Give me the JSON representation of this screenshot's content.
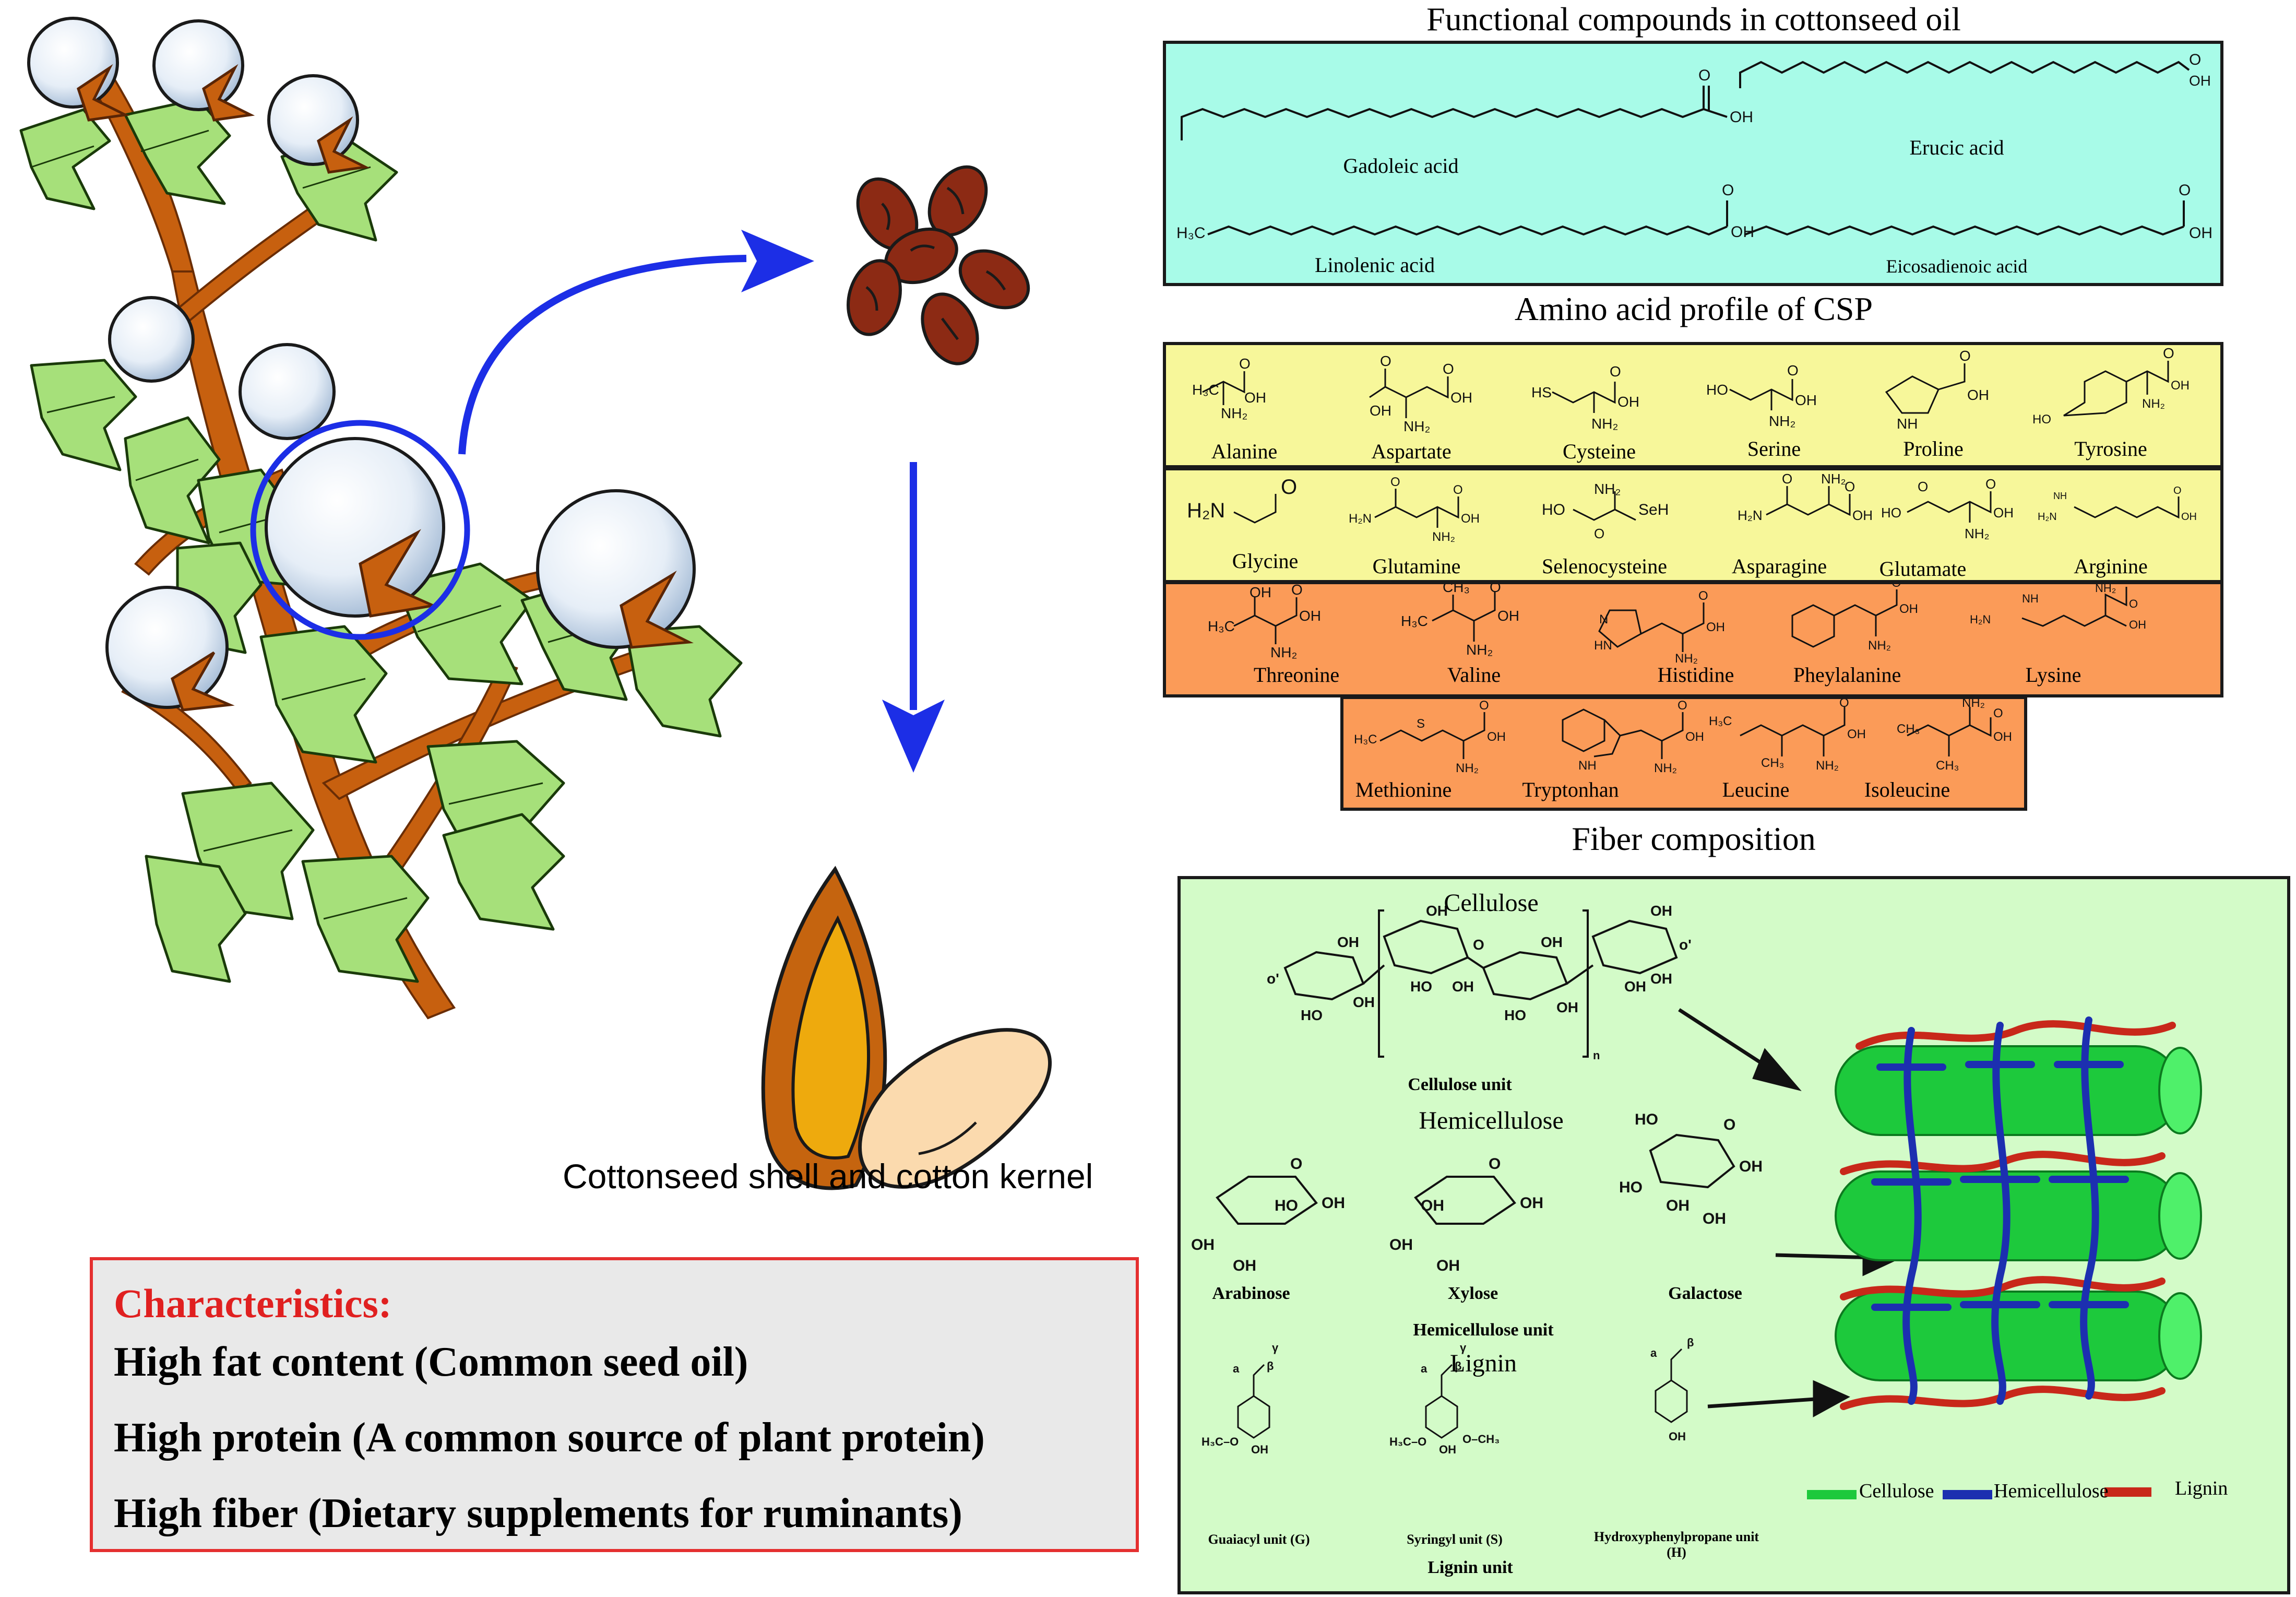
{
  "left": {
    "shell_caption": "Cottonseed shell and cotton kernel",
    "characteristics": {
      "title": "Characteristics:",
      "lines": [
        "High fat content (Common seed oil)",
        "High protein (A common source of plant protein)",
        "High fiber (Dietary supplements for ruminants)"
      ]
    }
  },
  "oil": {
    "title": "Functional compounds in cottonseed oil",
    "compounds": [
      "Gadoleic acid",
      "Erucic acid",
      "Linolenic acid",
      "Eicosadienoic acid"
    ]
  },
  "amino": {
    "title": "Amino acid profile of CSP",
    "row1": [
      "Alanine",
      "Aspartate",
      "Cysteine",
      "Serine",
      "Proline",
      "Tyrosine"
    ],
    "row2": [
      "Glycine",
      "Glutamine",
      "Selenocysteine",
      "Asparagine",
      "Glutamate",
      "Arginine"
    ],
    "row3": [
      "Threonine",
      "Valine",
      "Histidine",
      "Pheylalanine",
      "Lysine"
    ],
    "row4": [
      "Methionine",
      "Tryptonhan",
      "Leucine",
      "Isoleucine"
    ]
  },
  "fiber": {
    "title": "Fiber composition",
    "cellulose": "Cellulose",
    "cellulose_unit": "Cellulose unit",
    "hemicellulose": "Hemicellulose",
    "sugars": [
      "Arabinose",
      "Xylose",
      "Galactose"
    ],
    "hemicellulose_unit": "Hemicellulose unit",
    "lignin": "Lignin",
    "lignin_units": [
      "Guaiacyl unit (G)",
      "Syringyl unit (S)",
      "Hydroxyphenylpropane unit (H)"
    ],
    "lignin_unit": "Lignin unit",
    "legend": [
      "Cellulose",
      "Hemicellulose",
      "Lignin"
    ]
  },
  "colors": {
    "oil_bg": "#a8fbe8",
    "amino_yellow": "#f7f79a",
    "amino_orange": "#fb9b58",
    "fiber_bg": "#d3fbc8",
    "cellulose": "#1dc93c",
    "hemicellulose": "#1c2fb0",
    "lignin": "#c8281a",
    "arrow_blue": "#1c2ee6",
    "char_red": "#e02020"
  }
}
